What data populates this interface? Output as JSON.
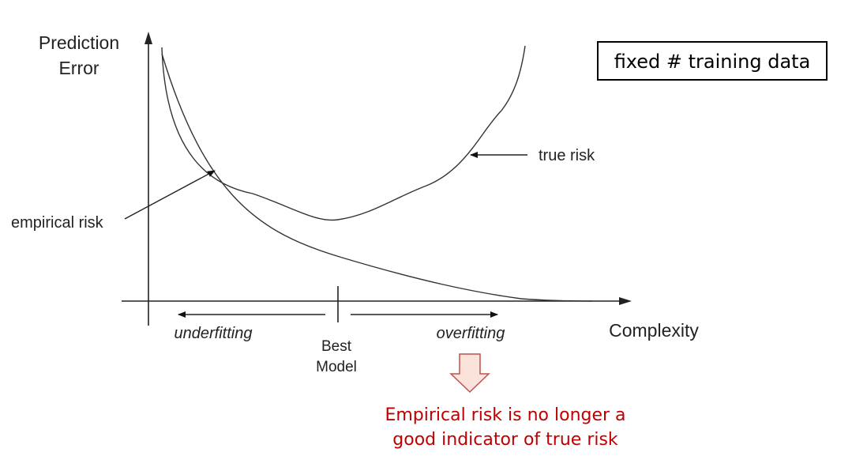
{
  "axes": {
    "y_label_line1": "Prediction",
    "y_label_line2": "Error",
    "x_label": "Complexity"
  },
  "box": {
    "text": "fixed # training data"
  },
  "curves": {
    "true_risk_label": "true risk",
    "empirical_risk_label": "empirical risk"
  },
  "regions": {
    "underfitting": "underfitting",
    "overfitting": "overfitting",
    "best_model_line1": "Best",
    "best_model_line2": "Model"
  },
  "note": {
    "line1": "Empirical risk is no longer a",
    "line2": "good indicator of true risk",
    "color": "#c00000",
    "arrow_fill": "#fbe3dc",
    "arrow_stroke": "#c0504d"
  }
}
